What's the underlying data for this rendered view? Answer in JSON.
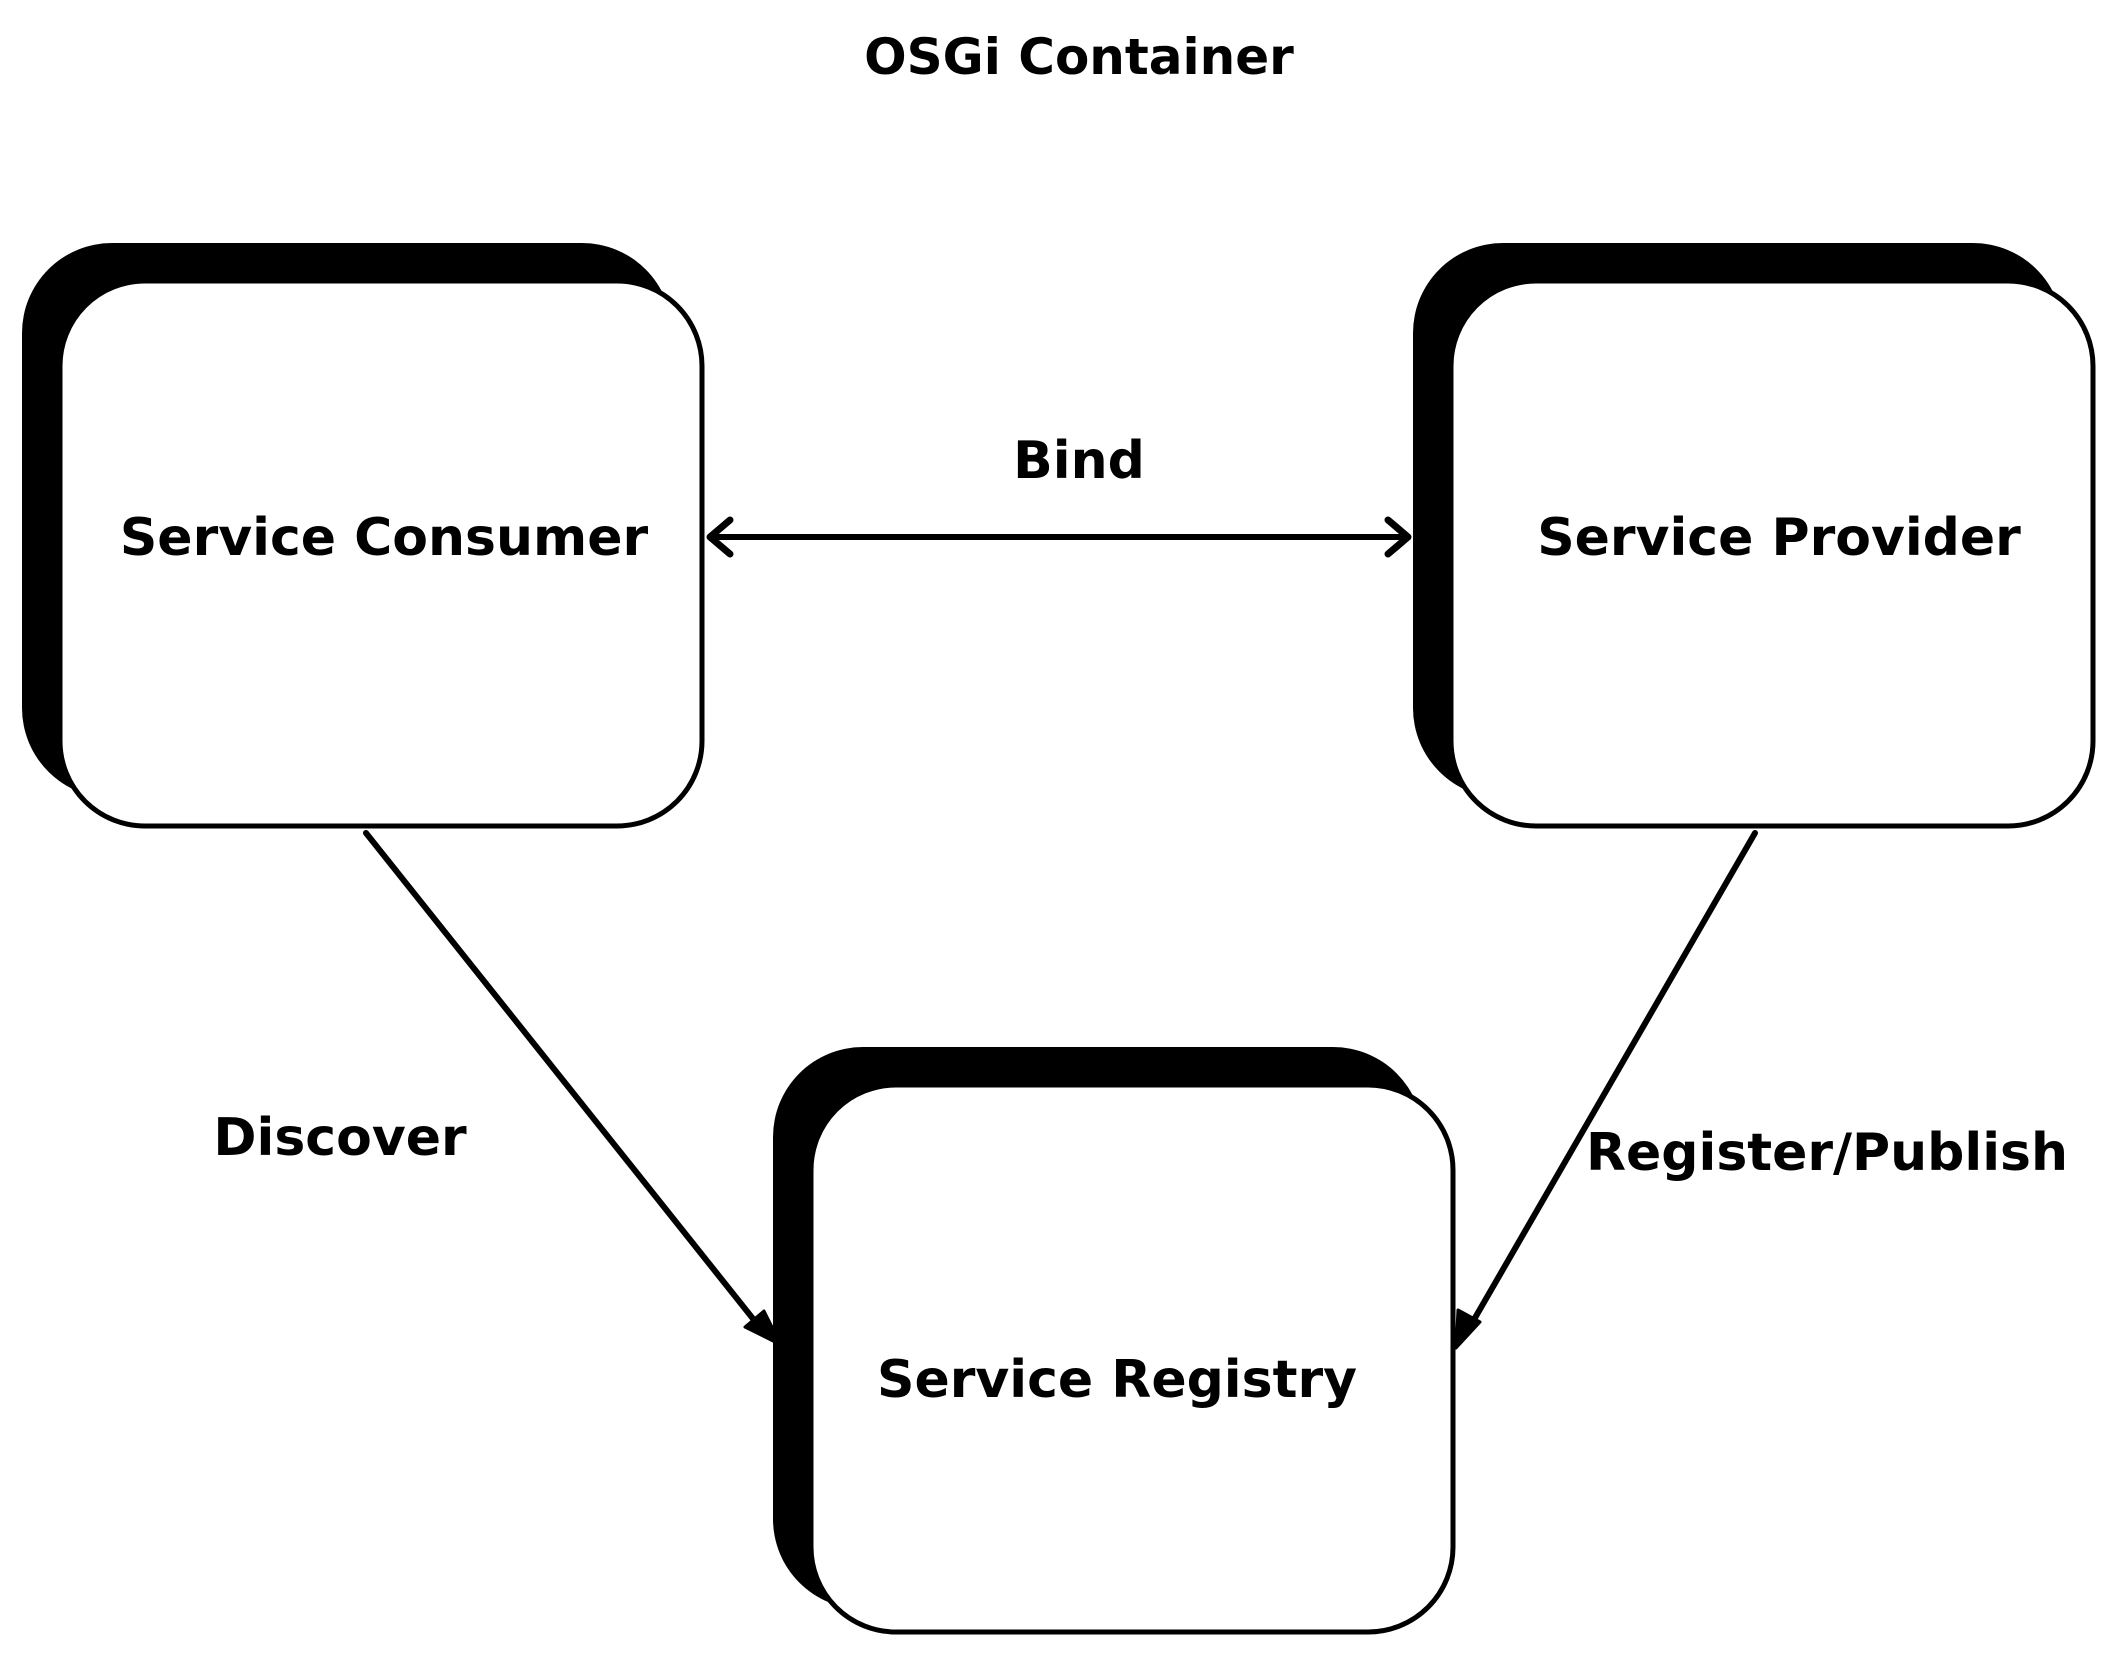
{
  "diagram": {
    "title": "OSGi Container",
    "colors": {
      "background": "#ffffff",
      "stroke": "#000000",
      "shadow": "#000000"
    },
    "nodes": {
      "consumer": {
        "label": "Service Consumer"
      },
      "provider": {
        "label": "Service Provider"
      },
      "registry": {
        "label": "Service Registry"
      }
    },
    "edges": {
      "bind": {
        "label": "Bind",
        "from": "Service Consumer",
        "to": "Service Provider",
        "direction": "both"
      },
      "discover": {
        "label": "Discover",
        "from": "Service Consumer",
        "to": "Service Registry",
        "direction": "forward"
      },
      "register": {
        "label": "Register/Publish",
        "from": "Service Provider",
        "to": "Service Registry",
        "direction": "forward"
      }
    }
  }
}
